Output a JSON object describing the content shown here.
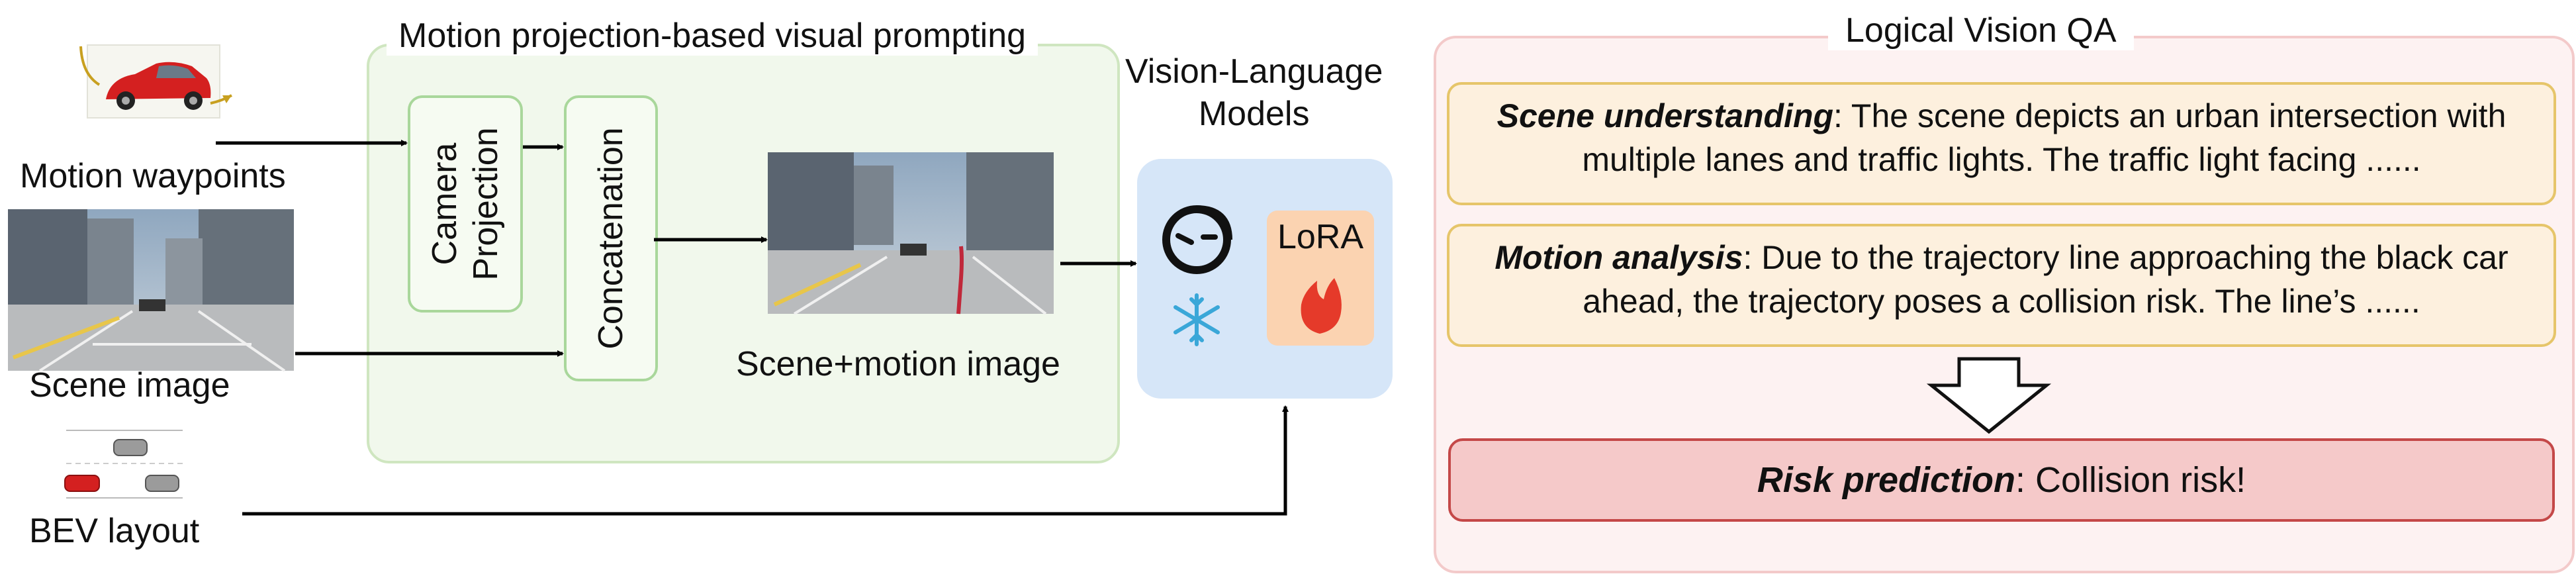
{
  "inputs": {
    "waypoints_label": "Motion waypoints",
    "scene_label": "Scene image",
    "bev_label": "BEV layout"
  },
  "visual_prompting": {
    "title": "Motion projection-based visual prompting",
    "camera_projection": "Camera\nProjection",
    "concatenation": "Concatenation",
    "output_label": "Scene+motion image"
  },
  "vlm": {
    "title": "Vision-Language\nModels",
    "lora_label": "LoRA"
  },
  "logical_qa": {
    "title": "Logical Vision QA",
    "scene_understanding": {
      "heading": "Scene understanding",
      "text": ": The scene depicts an urban intersection with multiple lanes and traffic lights. The traffic light facing ......"
    },
    "motion_analysis": {
      "heading": "Motion analysis",
      "text": ": Due to the trajectory line approaching the black car ahead, the trajectory poses a collision risk. The line’s ......"
    },
    "risk_prediction": {
      "heading": "Risk prediction",
      "text": ": Collision risk!"
    }
  },
  "colors": {
    "visual_prompting_fill": "#f1f8ec",
    "visual_prompting_border": "#cfe6c0",
    "vlm_fill": "#d6e6f8",
    "lora_fill": "#fbd3b1",
    "qa_fill": "#fdf2f2",
    "qa_card_fill": "#fdf0de",
    "risk_fill": "#f5c9c9",
    "risk_border": "#c44848",
    "car_red": "#d42020",
    "arrow": "#000000"
  },
  "icons": [
    "red-car-icon",
    "waypoint-arrow-icon",
    "scene-photo",
    "bev-cars-icon",
    "openai-logo-icon",
    "snowflake-icon",
    "flame-icon",
    "down-arrow-icon"
  ]
}
